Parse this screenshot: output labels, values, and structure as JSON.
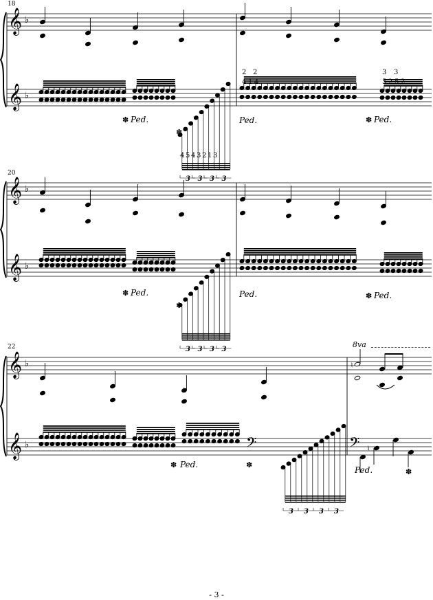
{
  "page_number": "- 3 -",
  "systems": [
    {
      "measure_start": "18",
      "fingerings_upper": [
        "2",
        "2",
        "4",
        "1",
        "4",
        "3",
        "3",
        "5",
        "2",
        "5",
        "2"
      ],
      "fingerings_lower": [
        "4",
        "5",
        "4",
        "3",
        "2",
        "1",
        "3"
      ]
    },
    {
      "measure_start": "20"
    },
    {
      "measure_start": "22",
      "ottava": "8va"
    }
  ],
  "pedal": {
    "down": "Ped.",
    "up": "✽"
  },
  "tuplet": "3"
}
